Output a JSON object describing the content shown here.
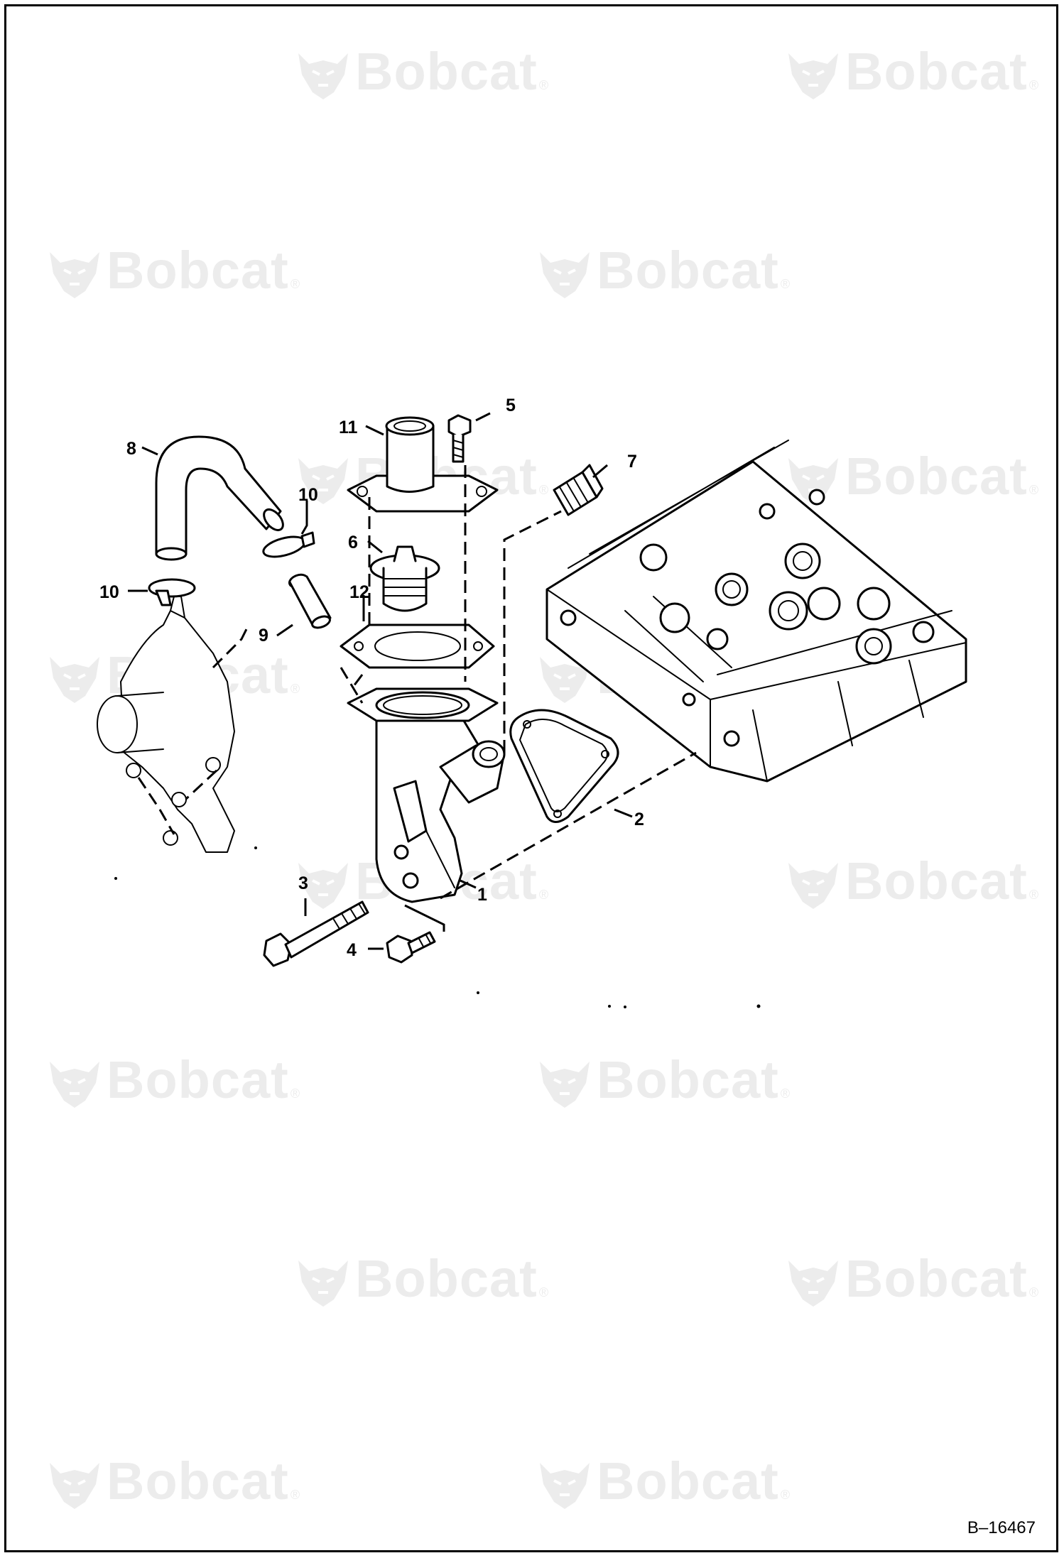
{
  "watermark": {
    "brand": "Bobcat",
    "mark": "®"
  },
  "callouts": [
    "1",
    "2",
    "3",
    "4",
    "5",
    "6",
    "7",
    "8",
    "9",
    "10",
    "10",
    "11",
    "12"
  ],
  "figure_id": "B–16467"
}
